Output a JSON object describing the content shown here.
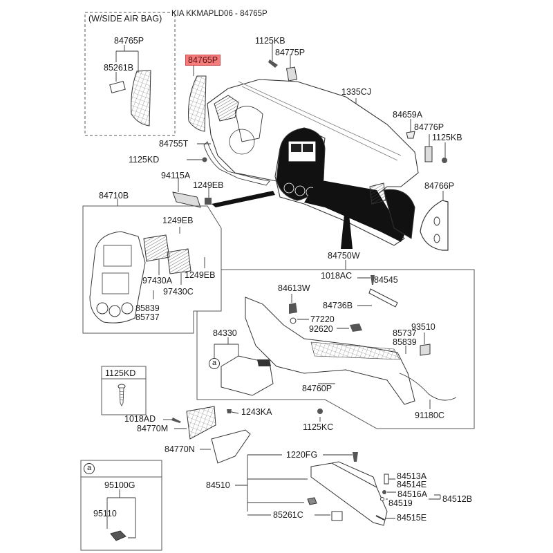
{
  "header": {
    "title": "KIA KKMAPLD06 - 84765P",
    "side_airbag_note": "(W/SIDE AIR BAG)"
  },
  "highlight": {
    "part": "84765P",
    "color": "#f47c7c"
  },
  "callouts": {
    "side_box": {
      "top": "84765P",
      "sub": "85261B"
    },
    "main_top": [
      "84765P",
      "1125KB",
      "84775P",
      "1335CJ",
      "84659A",
      "84776P",
      "1125KB_r",
      "84766P"
    ],
    "labels": {
      "p84765P_main": "84765P",
      "p1125KB_top": "1125KB",
      "p84775P": "84775P",
      "p1335CJ": "1335CJ",
      "p84659A": "84659A",
      "p84776P": "84776P",
      "p1125KB_right": "1125KB",
      "p84766P": "84766P",
      "p84755T": "84755T",
      "p1125KD_top": "1125KD",
      "p94115A": "94115A",
      "p1249EB_top": "1249EB",
      "p84710B": "84710B",
      "p1249EB_a": "1249EB",
      "p97430A": "97430A",
      "p1249EB_b": "1249EB",
      "p97430C": "97430C",
      "p85839_l": "85839",
      "p85737_l": "85737",
      "p84750W": "84750W",
      "p1018AC": "1018AC",
      "p84545": "84545",
      "p84613W": "84613W",
      "p84736B": "84736B",
      "p77220": "77220",
      "p92620": "92620",
      "p93510": "93510",
      "p85737_r": "85737",
      "p85839_r": "85839",
      "p84330": "84330",
      "p84760P": "84760P",
      "p91180C": "91180C",
      "p1125KD_box": "1125KD",
      "p1018AD": "1018AD",
      "p1243KA": "1243KA",
      "p84770M": "84770M",
      "p1125KC": "1125KC",
      "p84770N": "84770N",
      "p1220FG": "1220FG",
      "p84510": "84510",
      "p84513A": "84513A",
      "p84514E": "84514E",
      "p84516A": "84516A",
      "p84512B": "84512B",
      "p84519": "84519",
      "p84515E": "84515E",
      "p85261C": "85261C",
      "p95100G": "95100G",
      "p95110": "95110"
    },
    "circle_ref": "a"
  },
  "detail_box_a": {
    "ref": "a",
    "parts": [
      "95100G",
      "95110"
    ]
  },
  "fastener_box": {
    "part": "1125KD",
    "icon": "screw-icon"
  }
}
